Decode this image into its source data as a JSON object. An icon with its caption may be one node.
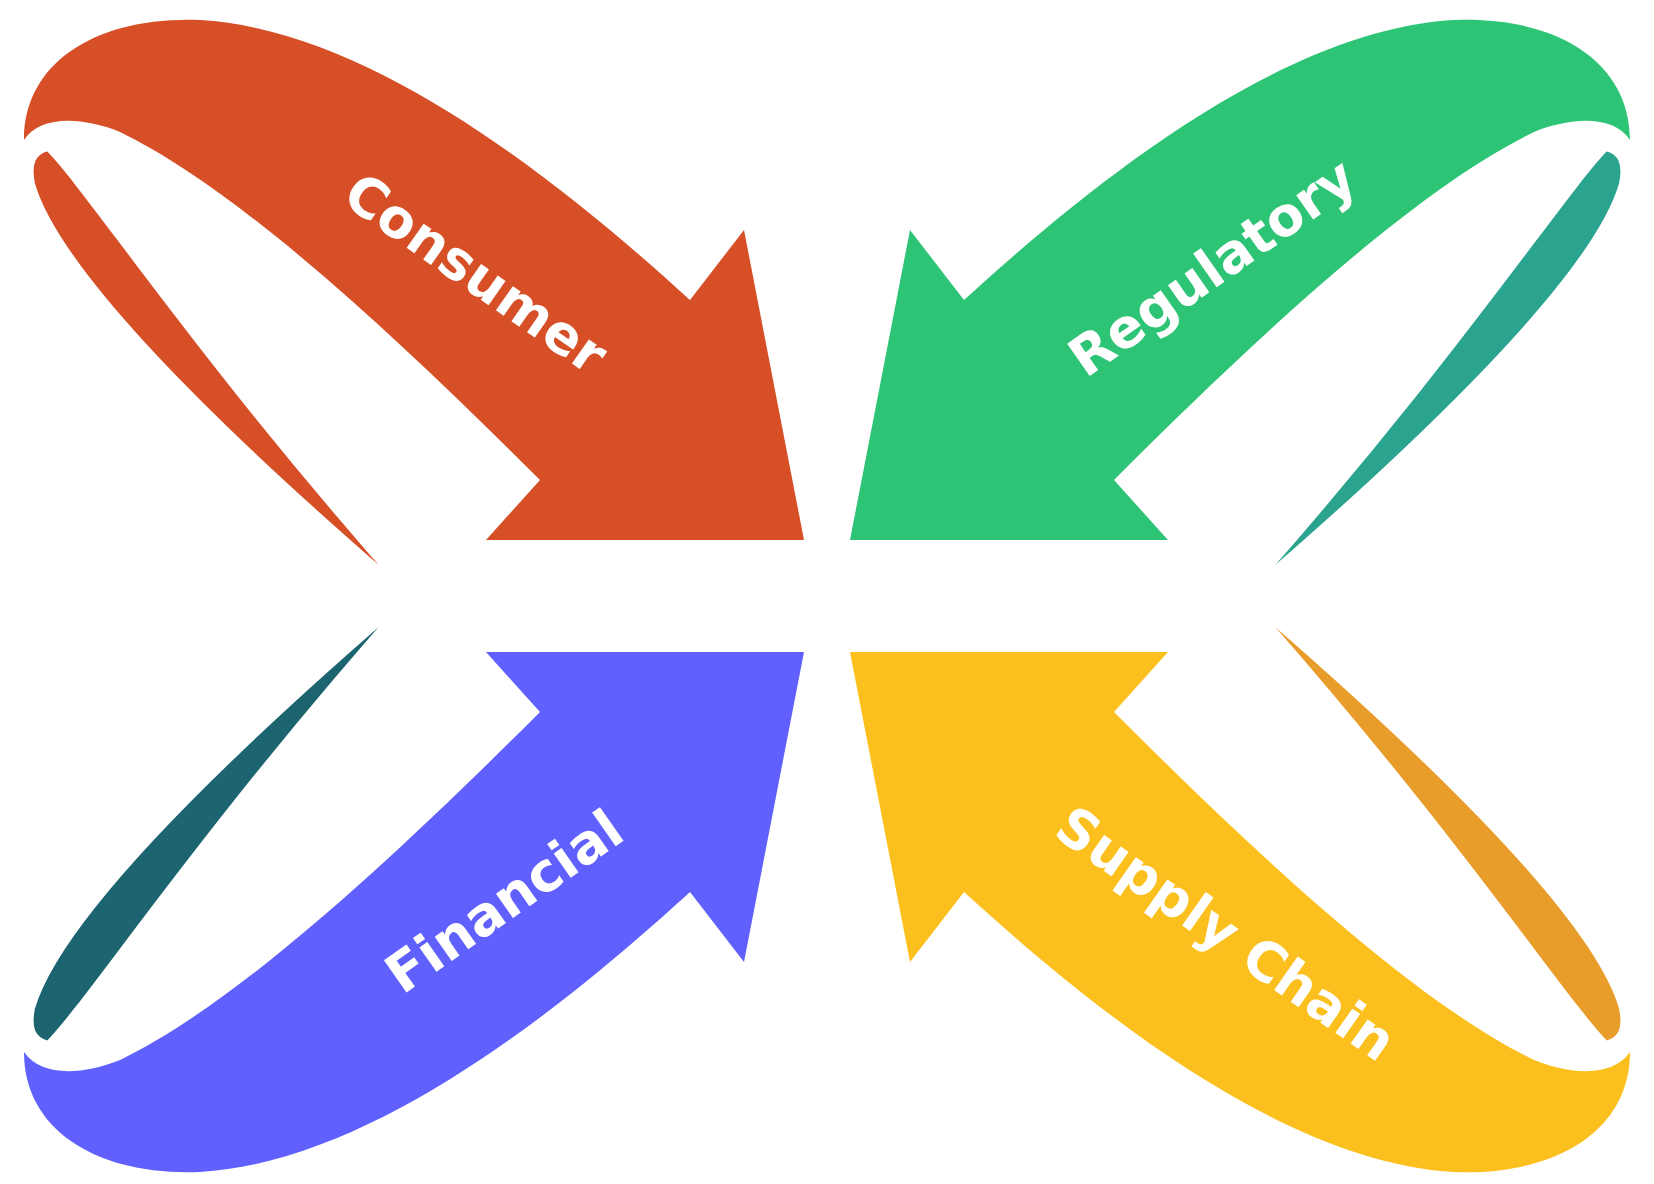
{
  "diagram": {
    "nodes": [
      {
        "text": [
          "Consumer"
        ]
      },
      {
        "text": [
          "Regulatory"
        ]
      },
      {
        "text": [
          "Financial"
        ]
      },
      {
        "text": [
          "Supply Chain"
        ]
      }
    ]
  }
}
